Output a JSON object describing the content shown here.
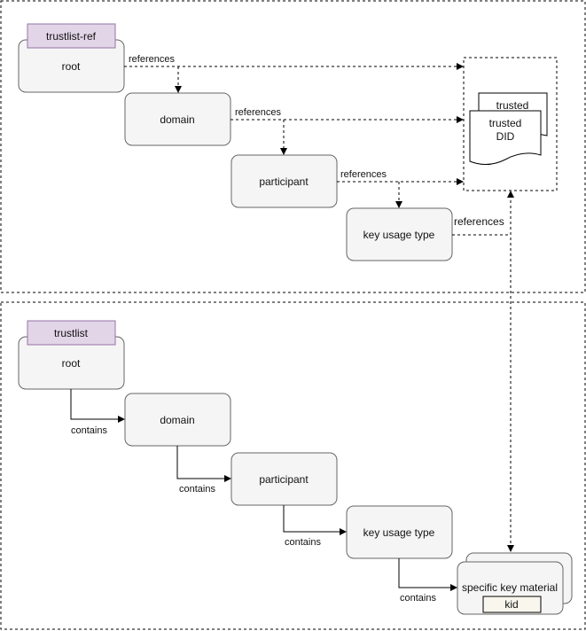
{
  "colors": {
    "node_fill": "#f5f5f5",
    "node_stroke": "#666666",
    "tag_fill": "#e1d5e7",
    "tag_stroke": "#9673a6",
    "kid_fill": "#f9f7ed",
    "line": "#000000"
  },
  "top_section": {
    "tag": "trustlist-ref",
    "nodes": {
      "root": "root",
      "domain": "domain",
      "participant": "participant",
      "key_usage_type": "key usage type"
    },
    "edge_labels": {
      "root_ref": "references",
      "domain_ref": "references",
      "participant_ref": "references",
      "key_usage_ref": "references"
    },
    "trusted_doc_back": "trusted",
    "trusted_doc_front_line1": "trusted",
    "trusted_doc_front_line2": "DID"
  },
  "bottom_section": {
    "tag": "trustlist",
    "nodes": {
      "root": "root",
      "domain": "domain",
      "participant": "participant",
      "key_usage_type": "key usage type",
      "key_material": "specific key material",
      "kid": "kid"
    },
    "edge_labels": {
      "root_domain": "contains",
      "domain_participant": "contains",
      "participant_key_usage": "contains",
      "key_usage_material": "contains"
    }
  }
}
